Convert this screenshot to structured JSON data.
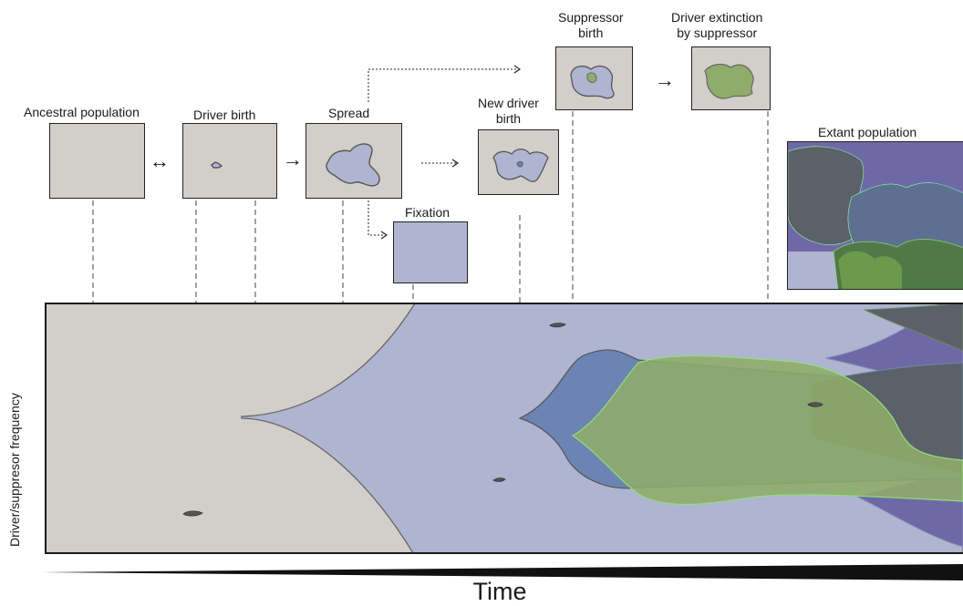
{
  "labels": {
    "ancestral": "Ancestral population",
    "driver_birth": "Driver birth",
    "spread": "Spread",
    "new_driver_line1": "New driver",
    "new_driver_line2": "birth",
    "suppressor_line1": "Suppressor",
    "suppressor_line2": "birth",
    "extinction_line1": "Driver extinction",
    "extinction_line2": "by suppressor",
    "fixation": "Fixation",
    "extant": "Extant population"
  },
  "axis": {
    "ylabel": "Driver/suppresor frequency",
    "xlabel": "Time"
  },
  "arrows": {
    "bidirectional": "↔",
    "forward": "→"
  },
  "colors": {
    "ancestral": "#d2cfcb",
    "driver": "#afb4d1",
    "new_driver": "#6b84b3",
    "suppressor": "#8fac6a",
    "dark_driver": "#6e69a6",
    "dark_gray": "#5c6068"
  }
}
